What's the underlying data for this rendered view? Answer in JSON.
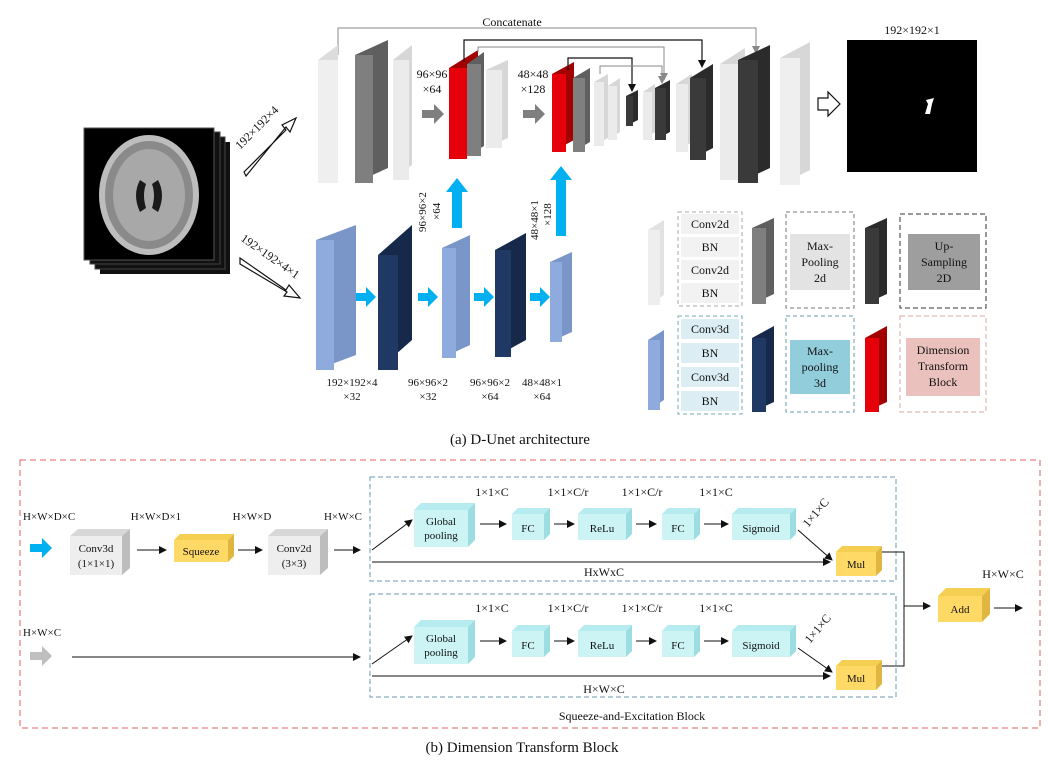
{
  "colors": {
    "light_gray": "#e8e8e8",
    "mid_gray": "#7f7f7f",
    "dark_gray": "#3a3a3a",
    "red": "#e5000a",
    "light_blue": "#8faadc",
    "navy": "#1f3864",
    "cyan_arrow": "#00b0f0",
    "se_box": "#cdf4f5",
    "yellow": "#ffd966",
    "pink": "#eac1bd",
    "dash_red": "#e06060",
    "dash_blue": "#6a9ab0"
  },
  "part_a": {
    "concatenate": "Concatenate",
    "out_dims": "192×192×1",
    "in2d_dims": "192×192×4",
    "in3d_dims": "192×192×4×1",
    "l1_dims": "96×96",
    "l1_ch": "×64",
    "l2_dims": "48×48",
    "l2_ch": "×128",
    "up1_dims": "96×96×2",
    "up1_ch": "×64",
    "up2_dims": "48×48×1",
    "up2_ch": "×128",
    "b1_a": "192×192×4",
    "b1_b": "×32",
    "b2_a": "96×96×2",
    "b2_b": "×32",
    "b3_a": "96×96×2",
    "b3_b": "×64",
    "b4_a": "48×48×1",
    "b4_b": "×64",
    "caption": "(a) D-Unet architecture"
  },
  "legend": {
    "conv2d": "Conv2d",
    "bn": "BN",
    "conv3d": "Conv3d",
    "mp2d_1": "Max-",
    "mp2d_2": "Pooling",
    "mp2d_3": "2d",
    "up_1": "Up-",
    "up_2": "Sampling",
    "up_3": "2D",
    "mp3d_1": "Max-",
    "mp3d_2": "pooling",
    "mp3d_3": "3d",
    "dtb_1": "Dimension",
    "dtb_2": "Transform",
    "dtb_3": "Block"
  },
  "part_b": {
    "in1_label": "H×W×D×C",
    "conv3d_1": "Conv3d",
    "conv3d_2": "(1×1×1)",
    "l_hwd1": "H×W×D×1",
    "squeeze": "Squeeze",
    "l_hwd": "H×W×D",
    "conv2d_1": "Conv2d",
    "conv2d_2": "(3×3)",
    "l_hwc1": "H×W×C",
    "global_1": "Global",
    "global_2": "pooling",
    "fc": "FC",
    "relu": "ReLu",
    "sigmoid": "Sigmoid",
    "d_11c": "1×1×C",
    "d_11cr": "1×1×C/r",
    "d_11c_diag": "1×1×C",
    "mul": "Mul",
    "hxwxc": "HxWxC",
    "in2_label": "H×W×C",
    "hwc_bottom": "H×W×C",
    "se_label": "Squeeze-and-Excitation Block",
    "add": "Add",
    "out_label": "H×W×C",
    "caption": "(b) Dimension Transform Block"
  }
}
